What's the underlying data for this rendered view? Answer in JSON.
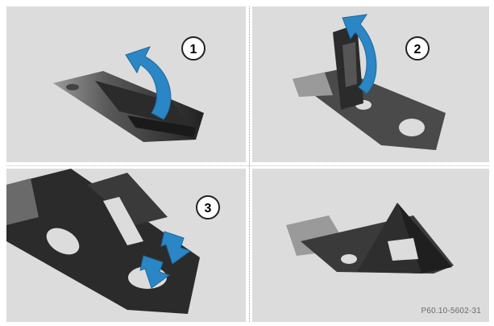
{
  "steps": [
    {
      "number": "1"
    },
    {
      "number": "2"
    },
    {
      "number": "3"
    }
  ],
  "reference_code": "P60.10-5602-31",
  "colors": {
    "panel_bg": "#dcdcdc",
    "arrow_blue": "#2a86c4",
    "bracket_dark": "#2b2b2b",
    "bracket_light": "#8a8a8a"
  }
}
